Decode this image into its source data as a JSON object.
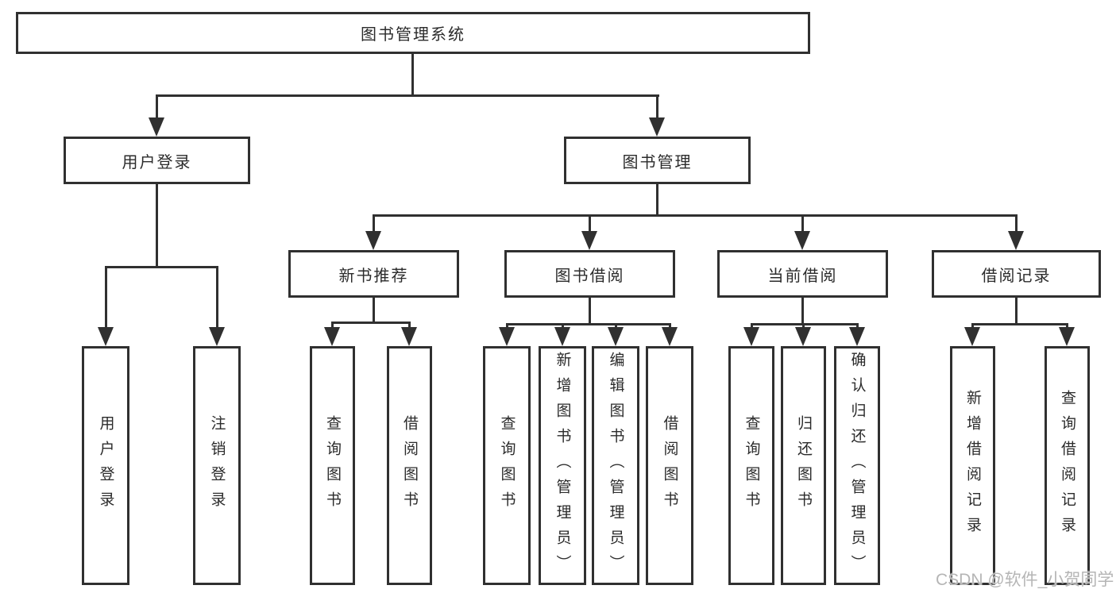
{
  "tree": {
    "root": {
      "label": "图书管理系统"
    },
    "level2": [
      {
        "label": "用户登录"
      },
      {
        "label": "图书管理"
      }
    ],
    "level3": [
      {
        "label": "新书推荐",
        "parent": "图书管理"
      },
      {
        "label": "图书借阅",
        "parent": "图书管理"
      },
      {
        "label": "当前借阅",
        "parent": "图书管理"
      },
      {
        "label": "借阅记录",
        "parent": "图书管理"
      }
    ],
    "leaves": [
      {
        "label": "用户登录",
        "parent": "用户登录"
      },
      {
        "label": "注销登录",
        "parent": "用户登录"
      },
      {
        "label": "查询图书",
        "parent": "新书推荐"
      },
      {
        "label": "借阅图书",
        "parent": "新书推荐"
      },
      {
        "label": "查询图书",
        "parent": "图书借阅"
      },
      {
        "label": "新增图书（管理员）",
        "parent": "图书借阅"
      },
      {
        "label": "编辑图书（管理员）",
        "parent": "图书借阅"
      },
      {
        "label": "借阅图书",
        "parent": "图书借阅"
      },
      {
        "label": "查询图书",
        "parent": "当前借阅"
      },
      {
        "label": "归还图书",
        "parent": "当前借阅"
      },
      {
        "label": "确认归还（管理员）",
        "parent": "当前借阅"
      },
      {
        "label": "新增借阅记录",
        "parent": "借阅记录"
      },
      {
        "label": "查询借阅记录",
        "parent": "借阅记录"
      }
    ]
  },
  "watermark": {
    "text": "CSDN @软件_小贺同学"
  },
  "colors": {
    "stroke": "#303030",
    "text": "#2b2b2b",
    "watermark": "#b5b5b5",
    "background": "#ffffff"
  }
}
